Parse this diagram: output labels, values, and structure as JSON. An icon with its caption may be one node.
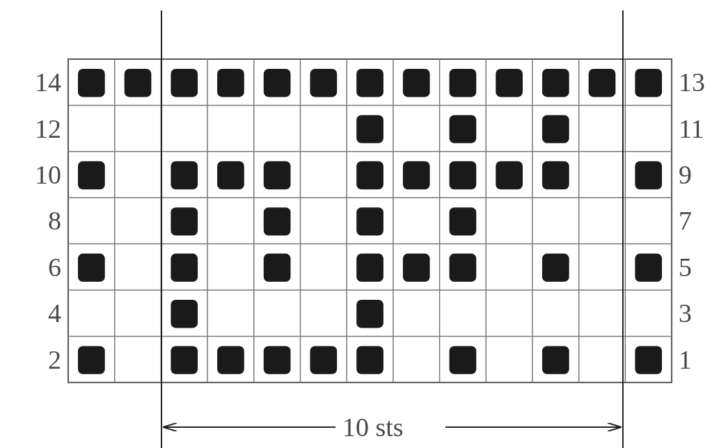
{
  "diagram": {
    "labels": [
      "14",
      "13",
      "12",
      "11",
      "10",
      "9",
      "8",
      "7",
      "6",
      "5",
      "4",
      "3",
      "2",
      "1",
      "10 sts"
    ]
  }
}
